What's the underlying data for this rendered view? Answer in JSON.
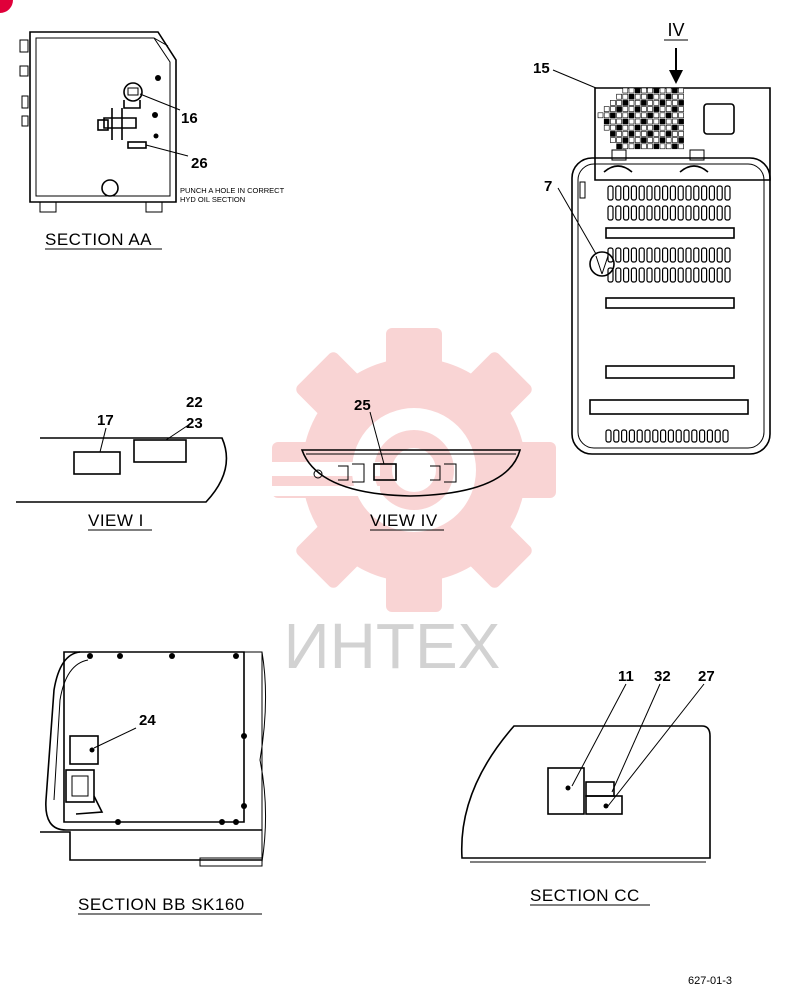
{
  "sections": {
    "aa": {
      "title": "SECTION AA",
      "labels": [
        "16",
        "26"
      ],
      "note_line1": "PUNCH A HOLE IN CORRECT",
      "note_line2": "HYD OIL SECTION"
    },
    "view_iv_top": {
      "arrow_label": "IV",
      "labels": [
        "15",
        "7"
      ]
    },
    "view_i": {
      "title": "VIEW I",
      "labels": [
        "17",
        "22",
        "23"
      ]
    },
    "view_iv": {
      "title": "VIEW IV",
      "labels": [
        "25"
      ]
    },
    "bb": {
      "title": "SECTION BB SK160",
      "labels": [
        "24"
      ]
    },
    "cc": {
      "title": "SECTION CC",
      "labels": [
        "11",
        "32",
        "27"
      ]
    }
  },
  "watermark": {
    "text": "ИНТЕХ",
    "color": "#e84040"
  },
  "drawing_number": "627-01-3",
  "corner_marker_color": "#e0003a"
}
